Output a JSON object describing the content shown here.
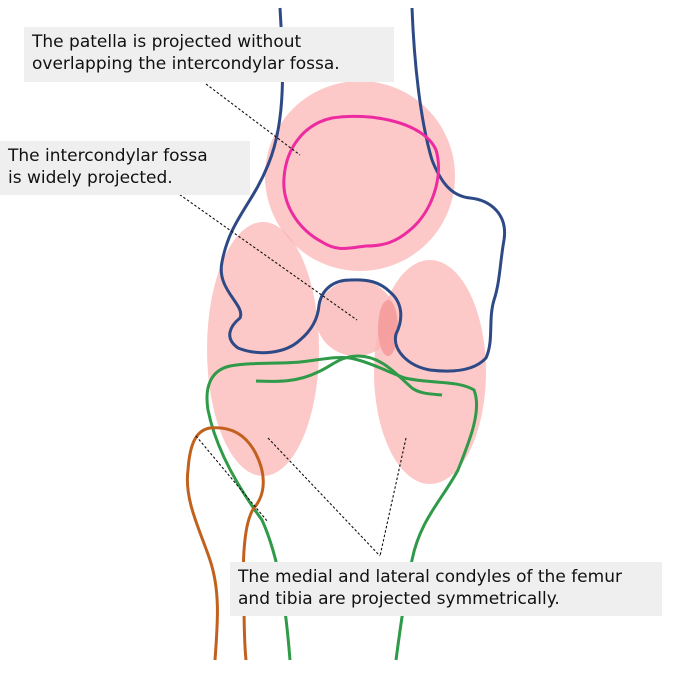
{
  "callouts": {
    "patella": {
      "line1": "The patella is projected without",
      "line2": "overlapping the intercondylar fossa."
    },
    "fossa": {
      "line1": "The intercondylar fossa",
      "line2": "is widely projected."
    },
    "condyles": {
      "line1": "The medial and lateral condyles of the femur",
      "line2": "and tibia are projected symmetrically."
    }
  },
  "colors": {
    "femur_outline": "#2e4a86",
    "patella_outline": "#ee2aa0",
    "tibia_outline": "#2f9a48",
    "fibula_outline": "#c2611e",
    "highlight_fill": "#fbb6b6",
    "overlap_fill": "#f59a9a",
    "leader_line": "#111111",
    "callout_bg": "#efefef"
  }
}
